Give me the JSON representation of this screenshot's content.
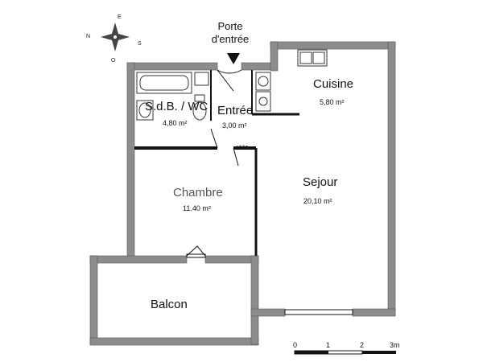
{
  "entry_label_line1": "Porte",
  "entry_label_line2": "d'entrée",
  "compass": {
    "n": "N",
    "e": "E",
    "s": "S",
    "o": "O"
  },
  "rooms": {
    "cuisine": {
      "name": "Cuisine",
      "area": "5,80 m²"
    },
    "sdb": {
      "name": "S.d.B. / WC",
      "area": "4,80 m²"
    },
    "entree": {
      "name": "Entrée",
      "area": "3,00 m²"
    },
    "chambre": {
      "name": "Chambre",
      "area": "11.40 m²"
    },
    "sejour": {
      "name": "Sejour",
      "area": "20,10 m²"
    },
    "balcon": {
      "name": "Balcon"
    }
  },
  "scale": {
    "ticks": [
      "0",
      "1",
      "2",
      "3m"
    ]
  }
}
